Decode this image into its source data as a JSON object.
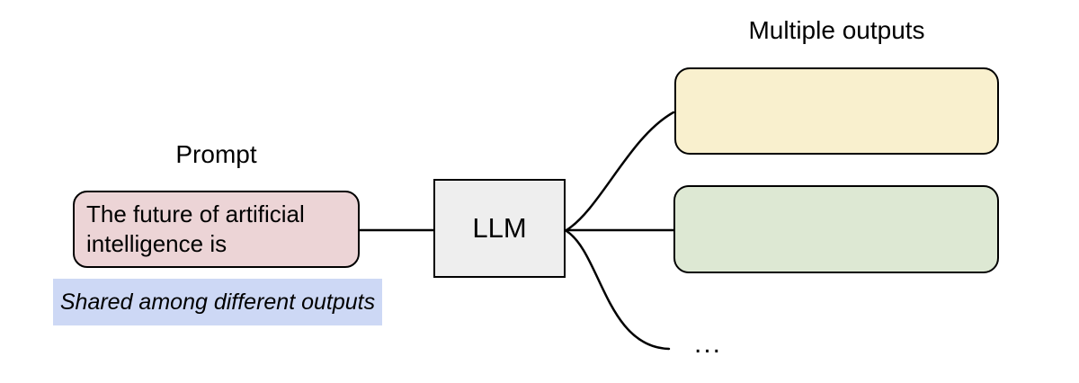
{
  "labels": {
    "prompt_title": "Prompt",
    "outputs_title": "Multiple outputs",
    "llm": "LLM",
    "shared_note": "Shared among different outputs",
    "ellipsis": "..."
  },
  "prompt": {
    "text": "The future of artificial intelligence is"
  },
  "colors": {
    "prompt_fill": "#ecd4d6",
    "note_fill": "#cdd8f5",
    "llm_fill": "#eeeeee",
    "output1_fill": "#f9f0ce",
    "output2_fill": "#dde8d3",
    "line_stroke": "#000000",
    "background": "#ffffff"
  }
}
